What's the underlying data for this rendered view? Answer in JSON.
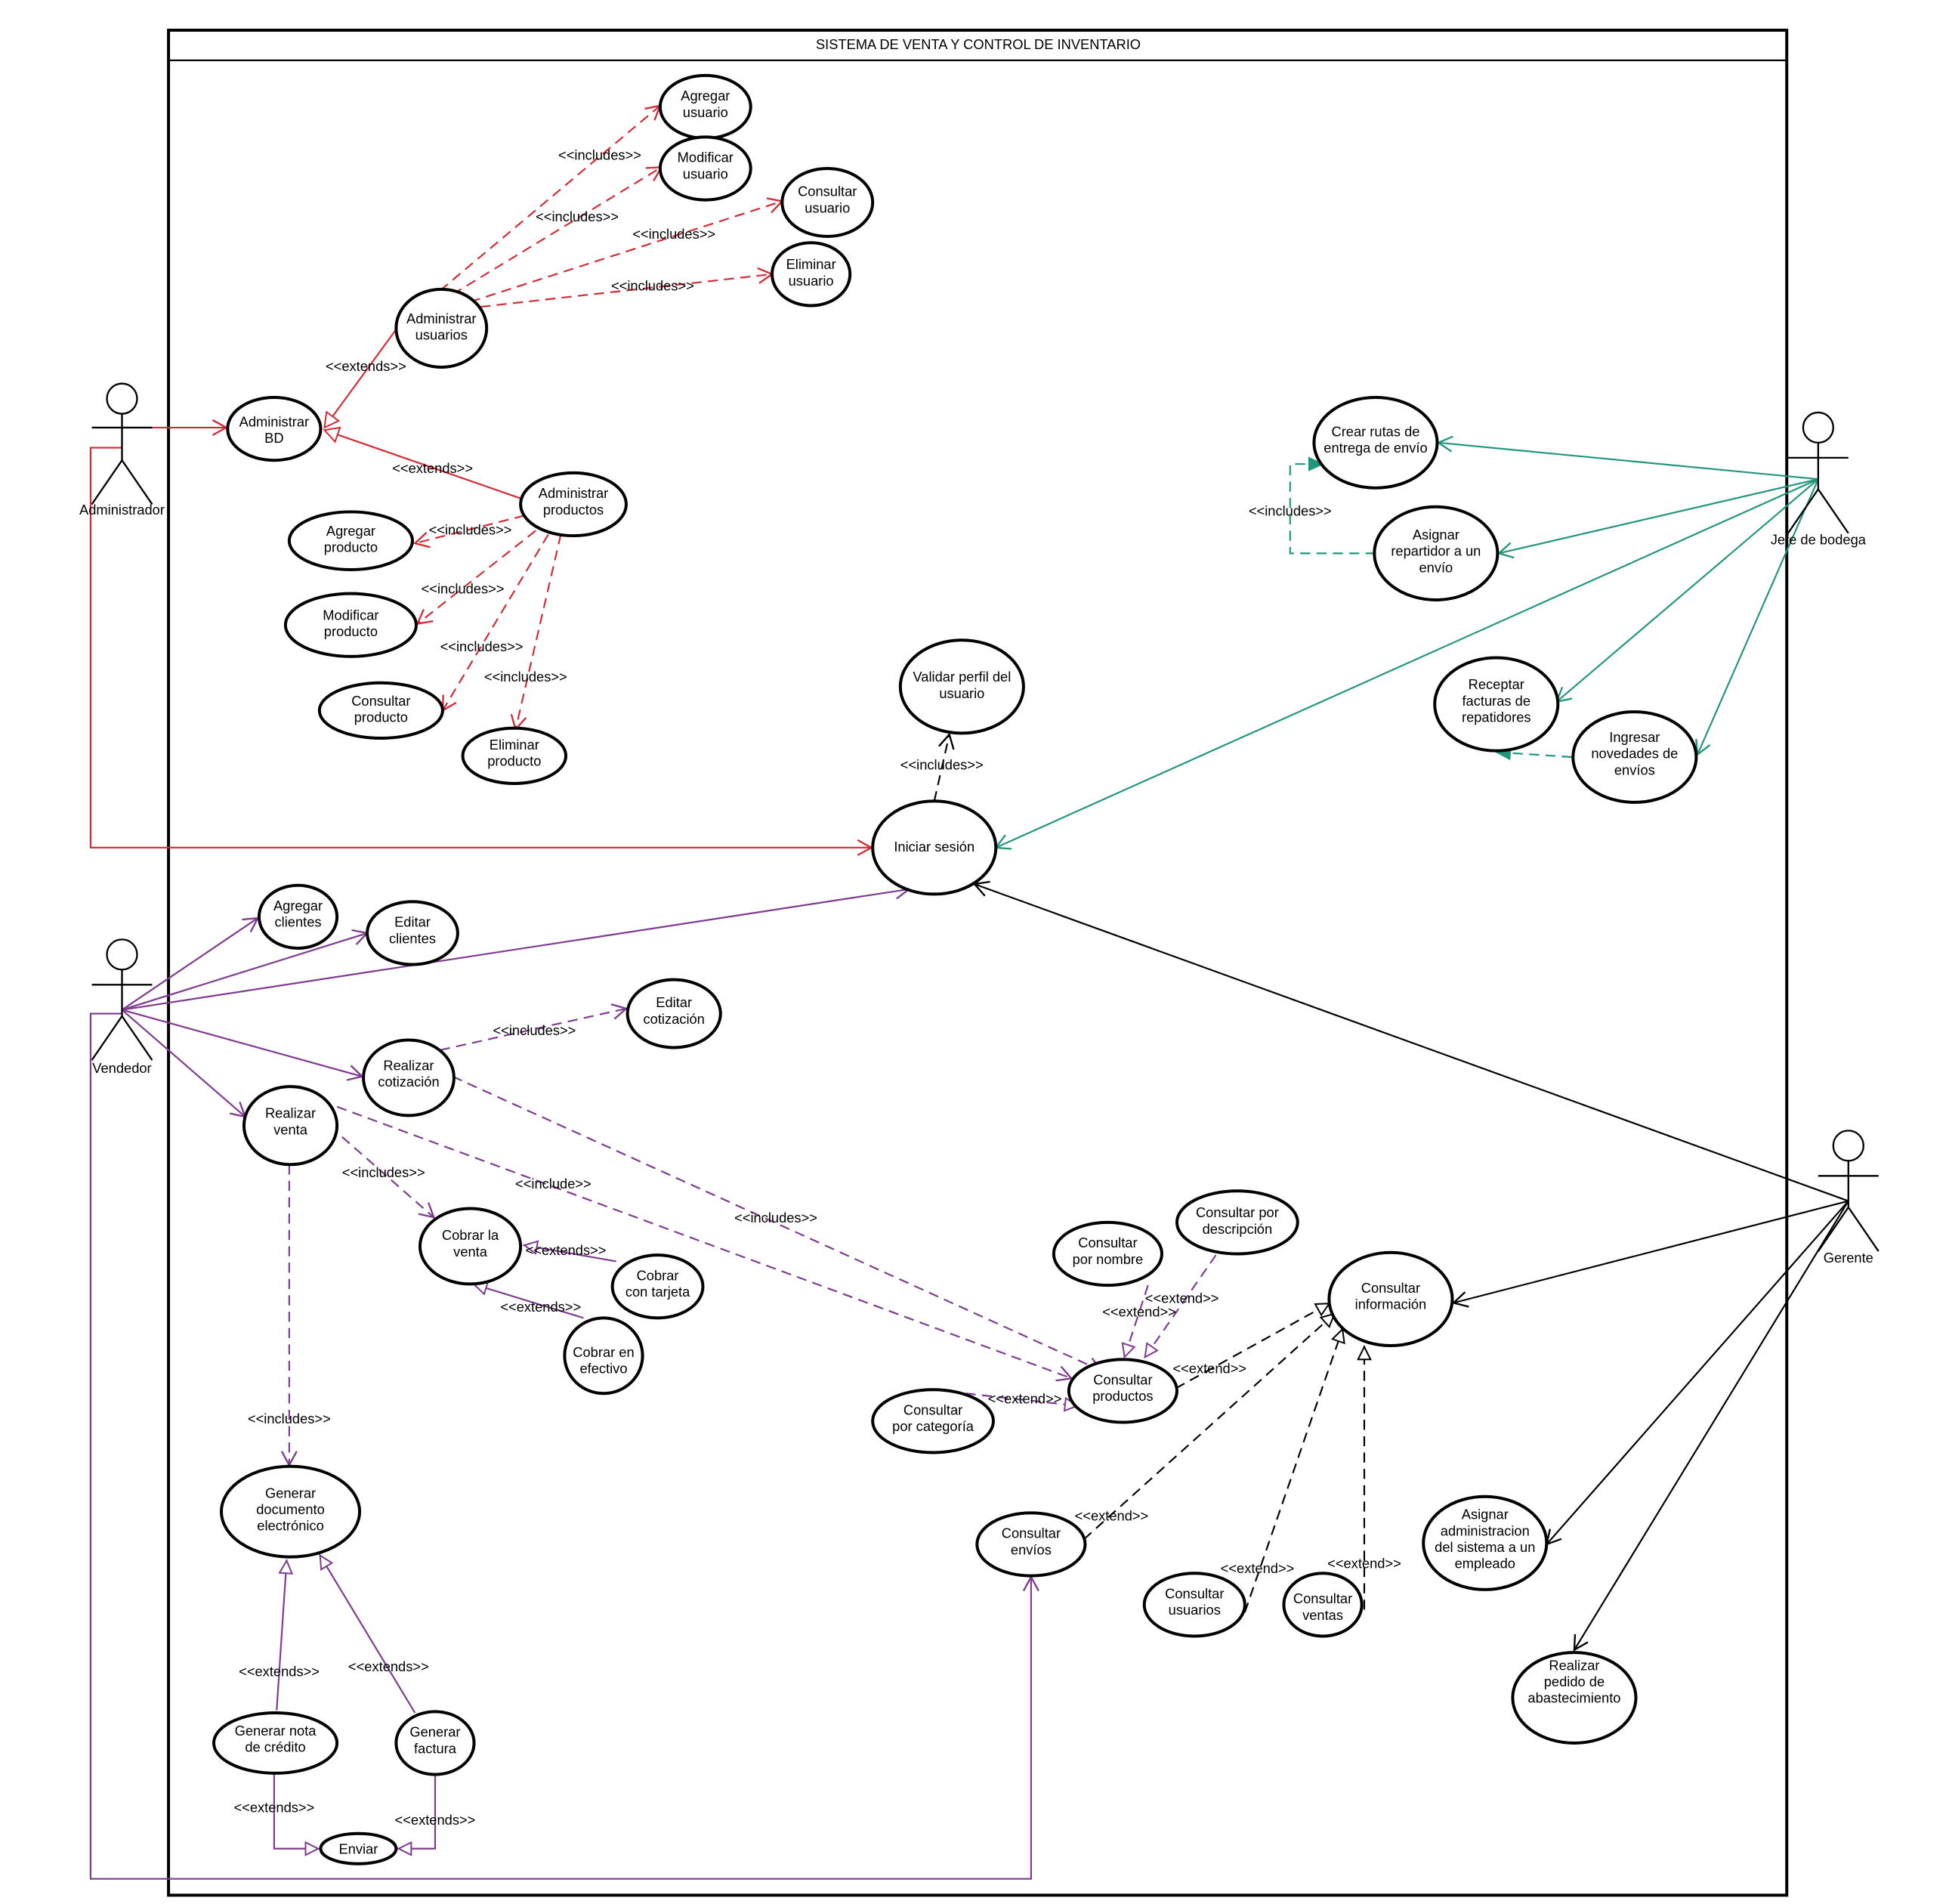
{
  "system": {
    "title": "SISTEMA DE VENTA Y CONTROL DE INVENTARIO"
  },
  "colors": {
    "admin": "#d42a35",
    "bodega": "#21967d",
    "vendedor": "#7e3b8f",
    "gerente": "#000000"
  },
  "actors": {
    "administrador": "Administrador",
    "jefe_bodega": "Jefe de bodega",
    "vendedor": "Vendedor",
    "gerente": "Gerente"
  },
  "use_cases": {
    "agregar_usuario": [
      "Agregar",
      "usuario"
    ],
    "modificar_usuario": [
      "Modificar",
      "usuario"
    ],
    "consultar_usuario": [
      "Consultar",
      "usuario"
    ],
    "eliminar_usuario": [
      "Eliminar",
      "usuario"
    ],
    "administrar_usuarios": [
      "Administrar",
      "usuarios"
    ],
    "administrar_bd": [
      "Administrar",
      "BD"
    ],
    "administrar_productos": [
      "Administrar",
      "productos"
    ],
    "agregar_producto": [
      "Agregar",
      "producto"
    ],
    "modificar_producto": [
      "Modificar",
      "producto"
    ],
    "consultar_producto": [
      "Consultar",
      "producto"
    ],
    "eliminar_producto": [
      "Eliminar",
      "producto"
    ],
    "validar_perfil": [
      "Validar perfil del",
      "usuario"
    ],
    "iniciar_sesion": [
      "Iniciar sesión"
    ],
    "crear_rutas": [
      "Crear rutas de",
      "entrega de envío"
    ],
    "asignar_repartidor": [
      "Asignar",
      "repartidor a un",
      "envío"
    ],
    "receptar_facturas": [
      "Receptar",
      "facturas de",
      "repatidores"
    ],
    "ingresar_novedades": [
      "Ingresar",
      "novedades de",
      "envíos"
    ],
    "agregar_clientes": [
      "Agregar",
      "clientes"
    ],
    "editar_clientes": [
      "Editar",
      "clientes"
    ],
    "editar_cotizacion": [
      "Editar",
      "cotización"
    ],
    "realizar_cotizacion": [
      "Realizar",
      "cotización"
    ],
    "realizar_venta": [
      "Realizar",
      "venta"
    ],
    "cobrar_venta": [
      "Cobrar la",
      "venta"
    ],
    "cobrar_tarjeta": [
      "Cobrar",
      "con tarjeta"
    ],
    "cobrar_efectivo": [
      "Cobrar en",
      "efectivo"
    ],
    "generar_documento": [
      "Generar",
      "documento",
      "electrónico"
    ],
    "generar_nota": [
      "Generar nota",
      "de crédito"
    ],
    "generar_factura": [
      "Generar",
      "factura"
    ],
    "enviar": [
      "Enviar"
    ],
    "consultar_nombre": [
      "Consultar",
      "por nombre"
    ],
    "consultar_descripcion": [
      "Consultar por",
      "descripción"
    ],
    "consultar_productos": [
      "Consultar",
      "productos"
    ],
    "consultar_categoria": [
      "Consultar",
      "por categoría"
    ],
    "consultar_informacion": [
      "Consultar",
      "información"
    ],
    "consultar_envios": [
      "Consultar",
      "envíos"
    ],
    "consultar_usuarios": [
      "Consultar",
      "usuarios"
    ],
    "consultar_ventas": [
      "Consultar",
      "ventas"
    ],
    "asignar_administracion": [
      "Asignar",
      "administracion",
      "del sistema a un",
      "empleado"
    ],
    "realizar_pedido": [
      "Realizar",
      "pedido de",
      "abastecimiento"
    ]
  },
  "relation_labels": {
    "includes": "<<includes>>",
    "include": "<<include>>",
    "extends": "<<extends>>",
    "extend": "<<extend>>"
  }
}
